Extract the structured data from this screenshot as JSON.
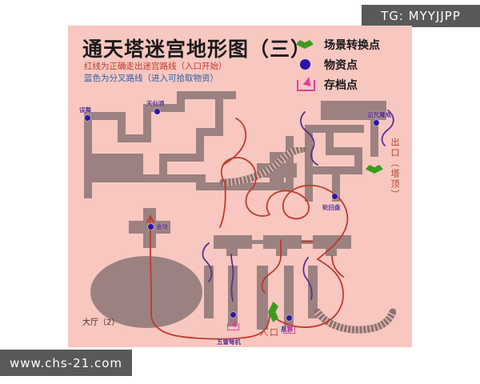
{
  "watermarks": {
    "top": "TG: MYYJJPP",
    "bottom": "www.chs-21.com"
  },
  "header": {
    "title": "通天塔迷宫地形图（三）",
    "note_red": "红线为正确走出迷宫路线（入口开始）",
    "note_blue": "蓝色为分叉路线（进入可拾取物资）"
  },
  "legend": {
    "items": [
      {
        "icon": "portal-diamond-icon",
        "label": "场景转换点",
        "color": "#3a9c1e"
      },
      {
        "icon": "supply-dot-icon",
        "label": "物资点",
        "color": "#2b14a8"
      },
      {
        "icon": "save-point-icon",
        "label": "存档点",
        "color": "#e040a0"
      }
    ]
  },
  "map": {
    "background": "#f7c7c0",
    "wall_color": "#9b8280",
    "route_red": "#c0392b",
    "route_blue": "#5b2f8e",
    "supply_points": [
      {
        "id": "sp-wuwu",
        "label": "误舞"
      },
      {
        "id": "sp-tianxianjiu",
        "label": "天仙酒"
      },
      {
        "id": "sp-zuzhoumojie",
        "label": "诅咒魔戒"
      },
      {
        "id": "sp-lunhuipan",
        "label": "轮回盘"
      },
      {
        "id": "sp-jinkuai",
        "label": "金块"
      },
      {
        "id": "sp-wuleinuji",
        "label": "五雷弩机"
      },
      {
        "id": "sp-moxie",
        "label": "莫邪"
      }
    ],
    "area_labels": [
      {
        "id": "hall-2",
        "label": "大厅（2）"
      }
    ],
    "portals": [
      {
        "id": "portal-exit",
        "label": "出口（塔顶）"
      },
      {
        "id": "portal-entry",
        "label": "入口"
      }
    ]
  }
}
